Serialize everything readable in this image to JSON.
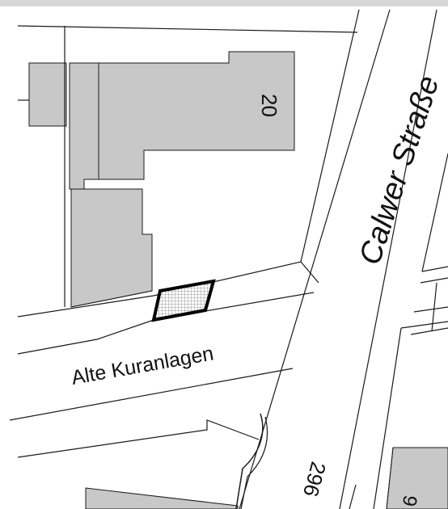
{
  "map": {
    "colors": {
      "building_fill": "#c8c8c8",
      "line": "#1a1a1a",
      "top_bar": "#d7d7d7",
      "highlight_outline": "#000000",
      "highlight_hatch": "#9a9a9a",
      "background": "#ffffff"
    },
    "labels": {
      "street_vertical": "Calwer Straße",
      "street_horizontal": "Alte Kuranlagen",
      "house_number": "20",
      "road_number_partial": "296",
      "partial_number_bottom_right": "9"
    },
    "highlight": {
      "pattern": "crosshatch",
      "description_visible": ""
    }
  }
}
